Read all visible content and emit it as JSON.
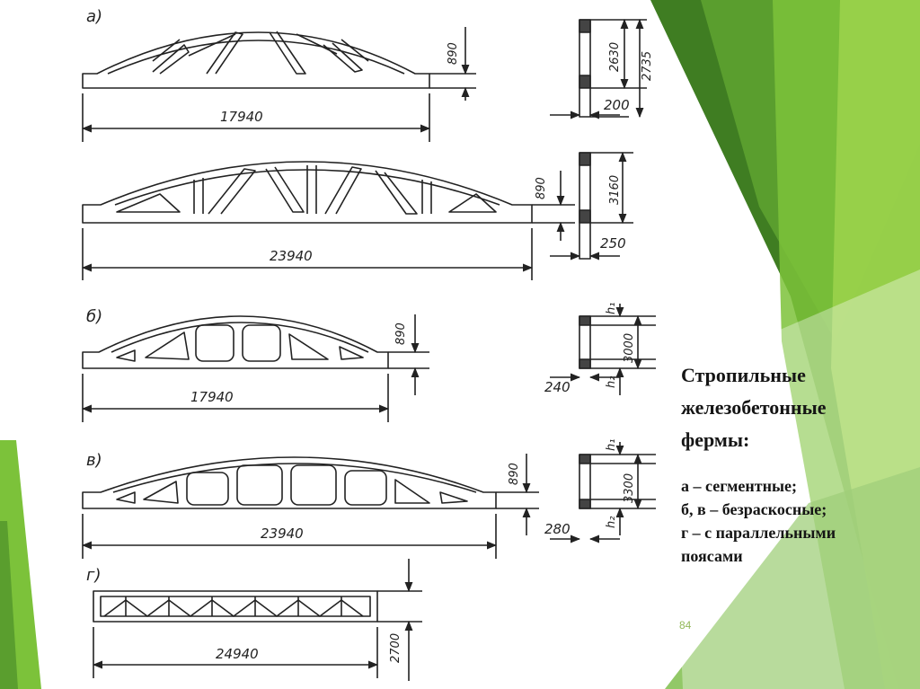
{
  "slide": {
    "title_lines": [
      "Стропильные",
      "железобетонные",
      "фермы:"
    ],
    "legend_lines": [
      "а – сегментные;",
      "б, в – безраскосные;",
      "г – с параллельными",
      "поясами"
    ],
    "page_number": "84",
    "accent_colors": [
      "#5a9e2e",
      "#7cc23a",
      "#9ad14b",
      "#3f7d22"
    ]
  },
  "drawing": {
    "labels": {
      "a": "а)",
      "b": "б)",
      "v": "в)",
      "g": "г)"
    },
    "dimensions": {
      "a1_span": "17940",
      "a1_height": "890",
      "a1_sec_h1": "2630",
      "a1_sec_h2": "2735",
      "a1_sec_w": "200",
      "a2_span": "23940",
      "a2_height": "890",
      "a2_sec_h": "3160",
      "a2_sec_w": "250",
      "b_span": "17940",
      "b_height": "890",
      "b_sec_h": "3000",
      "b_sec_w": "240",
      "v_span": "23940",
      "v_height": "890",
      "v_sec_h": "3300",
      "v_sec_w": "280",
      "g_span": "24940",
      "g_height": "2700",
      "h1": "h₁",
      "h2": "h₂"
    }
  }
}
